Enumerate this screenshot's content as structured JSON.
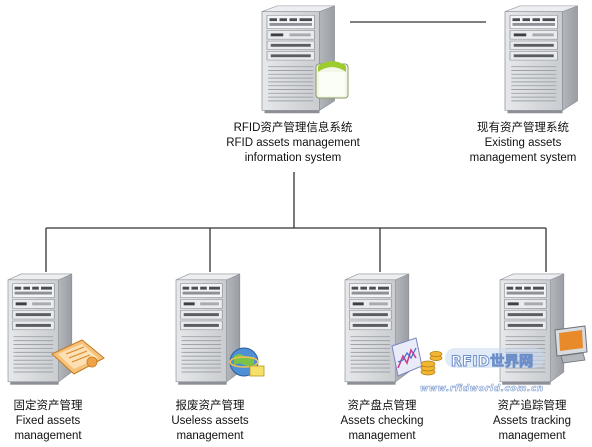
{
  "nodes": [
    {
      "id": "rfid-system",
      "lines": [
        "RFID资产管理信息系统",
        "RFID assets management",
        "information system"
      ],
      "overlay": "green-box-icon"
    },
    {
      "id": "existing-system",
      "lines": [
        "现有资产管理系统",
        "Existing assets",
        "management system"
      ],
      "overlay": ""
    },
    {
      "id": "fixed-assets",
      "lines": [
        "固定资产管理",
        "Fixed assets",
        "management"
      ],
      "overlay": "orange-tablet-icon"
    },
    {
      "id": "useless-assets",
      "lines": [
        "报废资产管理",
        "Useless assets",
        "management"
      ],
      "overlay": "globe-icon"
    },
    {
      "id": "assets-checking",
      "lines": [
        "资产盘点管理",
        "Assets checking",
        "management"
      ],
      "overlay": "chart-coins-icon"
    },
    {
      "id": "assets-tracking",
      "lines": [
        "资产追踪管理",
        "Assets tracking",
        "management"
      ],
      "overlay": "monitor-icon"
    }
  ],
  "watermark": {
    "title": "RFID世界网",
    "url": "www.rfidworld.com.cn"
  },
  "colors": {
    "server_body": "#d5d8dc",
    "server_side": "#b8bcc1",
    "line": "#333333"
  }
}
